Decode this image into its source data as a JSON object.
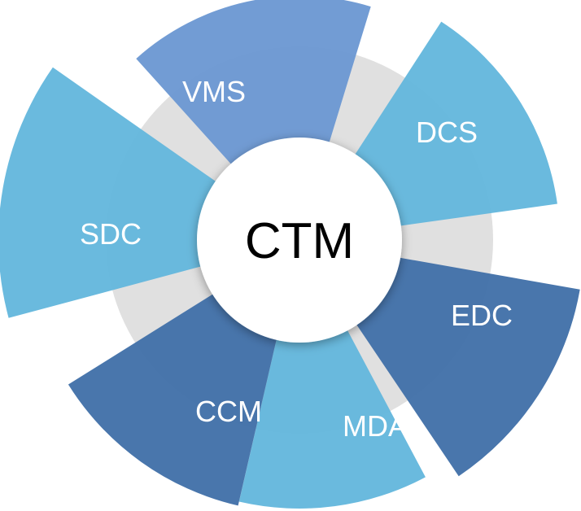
{
  "diagram": {
    "center": {
      "label": "CTM"
    },
    "segments": [
      {
        "label": "VMS",
        "color": "#6a97d2"
      },
      {
        "label": "DCS",
        "color": "#62b6dc"
      },
      {
        "label": "EDC",
        "color": "#3f6fa8"
      },
      {
        "label": "MDA",
        "color": "#62b6dc"
      },
      {
        "label": "CCM",
        "color": "#3f6fa8"
      },
      {
        "label": "SDC",
        "color": "#62b6dc"
      }
    ],
    "colors": {
      "ring": "#e0e0e0",
      "center_fill": "#ffffff"
    }
  }
}
